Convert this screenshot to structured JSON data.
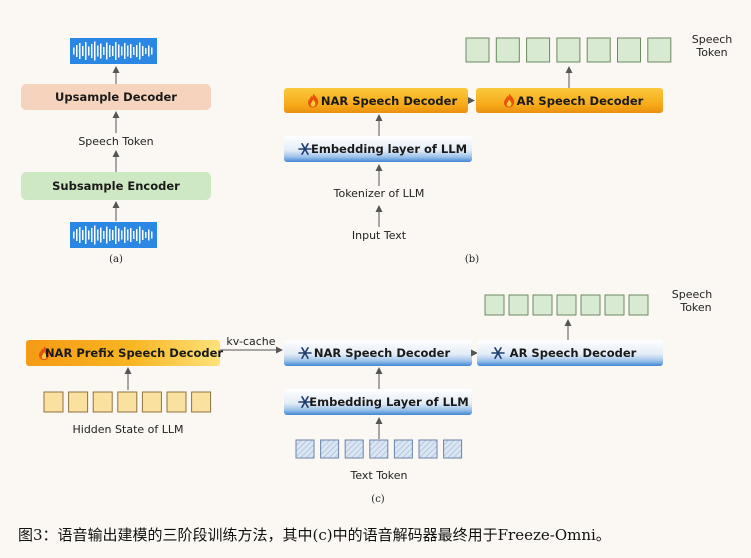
{
  "panel_a": {
    "upsample_decoder": "Upsample Decoder",
    "speech_token": "Speech Token",
    "subsample_encoder": "Subsample Encoder",
    "label": "(a)"
  },
  "panel_b": {
    "speech_token": [
      "Speech",
      "Token"
    ],
    "nar_decoder": "NAR Speech Decoder",
    "ar_decoder": "AR Speech Decoder",
    "embedding": "Embedding layer of LLM",
    "tokenizer": "Tokenizer of LLM",
    "input_text": "Input Text",
    "label": "(b)"
  },
  "panel_c": {
    "speech_token": [
      "Speech",
      "Token"
    ],
    "kv_cache": "kv-cache",
    "nar_prefix": "NAR Prefix Speech Decoder",
    "nar_decoder": "NAR Speech Decoder",
    "ar_decoder": "AR Speech Decoder",
    "embedding": "Embedding Layer of LLM",
    "hidden_state": "Hidden State of LLM",
    "text_token": "Text Token",
    "label": "(c)"
  },
  "caption": "图3：语音输出建模的三阶段训练方法，其中(c)中的语音解码器最终用于Freeze-Omni。",
  "icons": {
    "trainable": "flame-icon",
    "frozen": "snowflake-icon",
    "audio": "waveform-icon"
  },
  "colors": {
    "upsample": "#f6d3bd",
    "subsample": "#cfe8c4",
    "orange": "#f8b21c",
    "frozen": "#dde7f3",
    "token_green": "#d8ead2",
    "token_yellow": "#fbe1a0",
    "token_blue": "#d6e3f3",
    "waveform": "#2a88e4"
  }
}
